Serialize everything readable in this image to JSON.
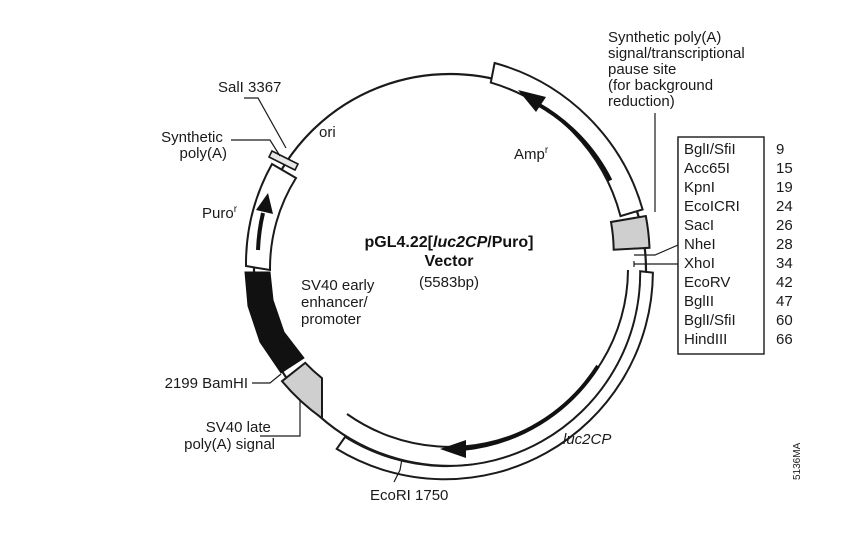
{
  "vector": {
    "name_prefix": "pGL4.22[",
    "name_italic": "luc2CP",
    "name_suffix": "/Puro]",
    "line2": "Vector",
    "size": "(5583bp)"
  },
  "features": {
    "synthetic_polya_top": [
      "Synthetic poly(A)",
      "signal/transcriptional",
      "pause site",
      "(for background",
      "reduction)"
    ],
    "ampr": "Amp",
    "ampr_sup": "r",
    "ori": "ori",
    "sali": "SalI 3367",
    "synthetic_polya_left": [
      "Synthetic",
      "poly(A)"
    ],
    "puror": "Puro",
    "puror_sup": "r",
    "sv40_promoter": [
      "SV40 early",
      "enhancer/",
      "promoter"
    ],
    "bamhi": "2199 BamHI",
    "sv40_late": [
      "SV40 late",
      "poly(A) signal"
    ],
    "ecori": "EcoRI 1750",
    "luc2cp": "luc2CP",
    "figure_code": "5136MA"
  },
  "mcs": [
    {
      "enzyme": "BglI/SfiI",
      "position": "9"
    },
    {
      "enzyme": "Acc65I",
      "position": "15"
    },
    {
      "enzyme": "KpnI",
      "position": "19"
    },
    {
      "enzyme": "EcoICRI",
      "position": "24"
    },
    {
      "enzyme": "SacI",
      "position": "26"
    },
    {
      "enzyme": "NheI",
      "position": "28"
    },
    {
      "enzyme": "XhoI",
      "position": "34"
    },
    {
      "enzyme": "EcoRV",
      "position": "42"
    },
    {
      "enzyme": "BglII",
      "position": "47"
    },
    {
      "enzyme": "BglI/SfiI",
      "position": "60"
    },
    {
      "enzyme": "HindIII",
      "position": "66"
    }
  ],
  "colors": {
    "promoter_fill": "#111111",
    "polya_fill": "#cfcfcf",
    "stroke": "#1a1a1a"
  }
}
